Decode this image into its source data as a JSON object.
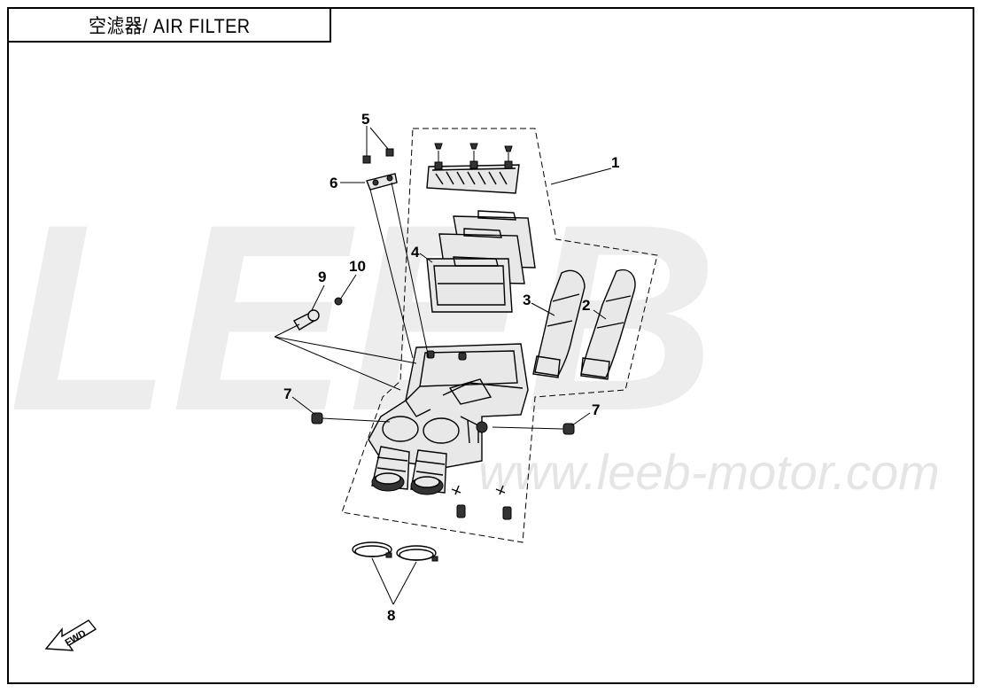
{
  "title": "空滤器/ AIR FILTER",
  "watermark": {
    "brand": "LEEB",
    "url": "www.leeb-motor.com"
  },
  "callouts": [
    {
      "id": "1",
      "label": "1",
      "part": "air-filter-assembly"
    },
    {
      "id": "2",
      "label": "2",
      "part": "intake-duct-right"
    },
    {
      "id": "3",
      "label": "3",
      "part": "intake-duct-left"
    },
    {
      "id": "4",
      "label": "4",
      "part": "filter-element"
    },
    {
      "id": "5",
      "label": "5",
      "part": "bolts"
    },
    {
      "id": "6",
      "label": "6",
      "part": "mounting-bracket"
    },
    {
      "id": "7a",
      "label": "7",
      "part": "grommet-left"
    },
    {
      "id": "7b",
      "label": "7",
      "part": "grommet-right"
    },
    {
      "id": "8",
      "label": "8",
      "part": "hose-clamps"
    },
    {
      "id": "9",
      "label": "9",
      "part": "sensor"
    },
    {
      "id": "10",
      "label": "10",
      "part": "screw"
    }
  ],
  "fwd_label": "FWD",
  "colors": {
    "line": "#000000",
    "watermark": "#d8d8d8",
    "background": "#ffffff"
  }
}
